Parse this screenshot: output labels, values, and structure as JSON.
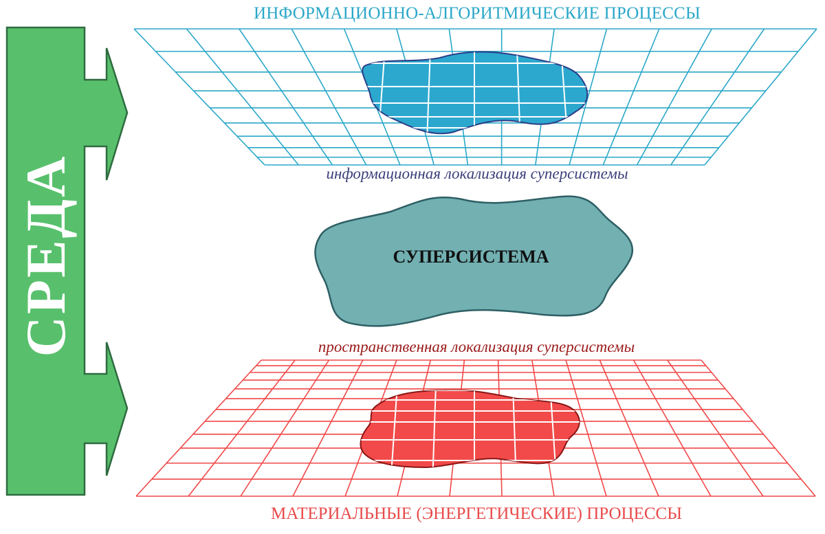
{
  "diagram": {
    "environment_label": "СРЕДА",
    "top_plane": {
      "title": "ИНФОРМАЦИОННО-АЛГОРИТМИЧЕСКИЕ ПРОЦЕССЫ",
      "localization_label": "информационная локализация суперсистемы"
    },
    "center_label": "СУПЕРСИСТЕМА",
    "bottom_plane": {
      "localization_label": "пространственная локализация суперсистемы",
      "title": "МАТЕРИАЛЬНЫЕ (ЭНЕРГЕТИЧЕСКИЕ) ПРОЦЕССЫ"
    },
    "colors": {
      "environment": "#58c06c",
      "environment_outline": "#2f6b40",
      "info_grid": "#2aa7c8",
      "info_blob": "#2ca8cf",
      "info_blob_outline": "#2b3d86",
      "supersystem": "#72b0b2",
      "supersystem_outline": "#2e5f64",
      "material_grid": "#f04848",
      "material_blob": "#f24a4a",
      "material_blob_outline": "#8a1616"
    }
  }
}
